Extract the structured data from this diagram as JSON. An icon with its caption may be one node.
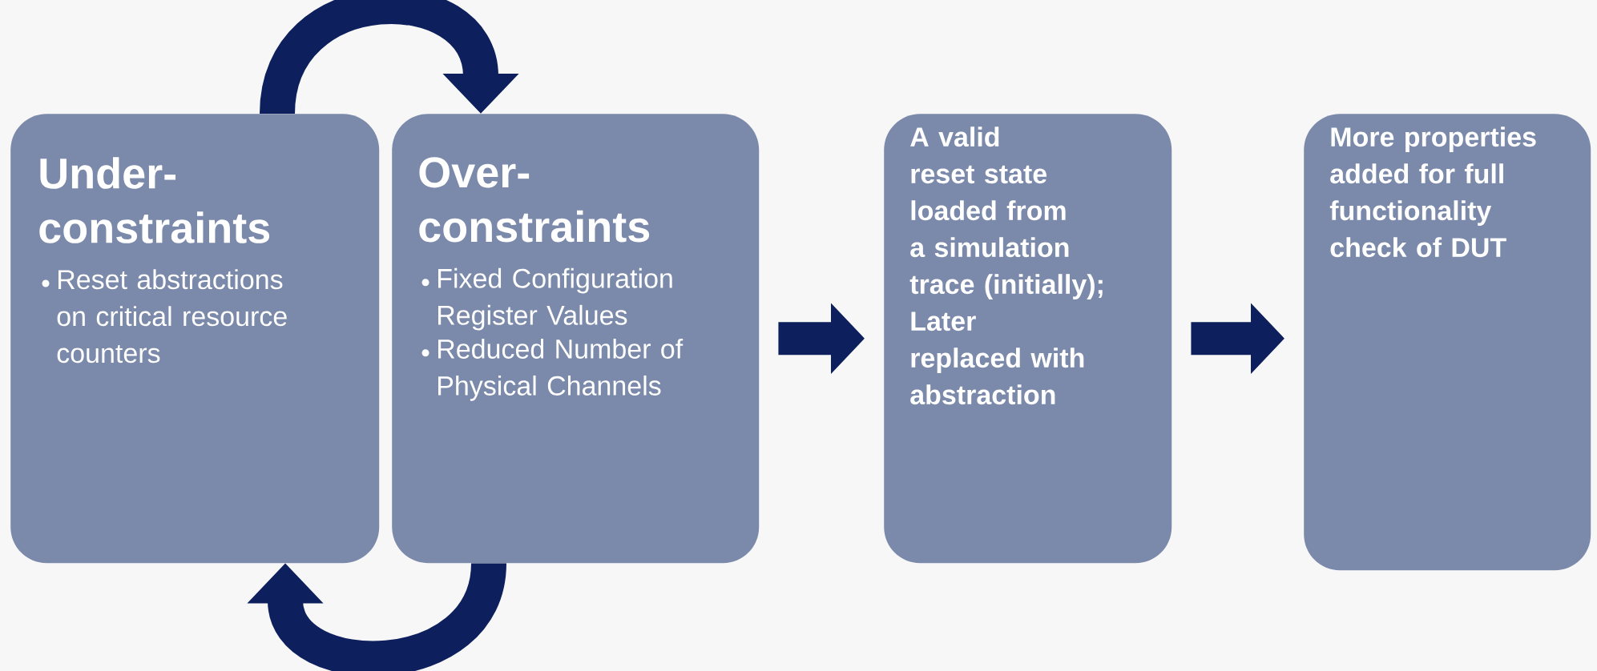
{
  "diagram": {
    "nodes": [
      {
        "text": [
          "Under-constraints",
          "Reset abstractions on critical resource counters"
        ]
      },
      {
        "text": [
          "Over-constraints",
          "Fixed Configuration Register Values",
          "Reduced Number of Physical Channels"
        ]
      },
      {
        "text": [
          "A valid reset state loaded from a simulation trace (initially); Later replaced with abstraction"
        ]
      },
      {
        "text": [
          "More properties added for full functionality check of DUT"
        ]
      }
    ],
    "edges": [
      {
        "from": 0,
        "to": 1,
        "arrow": "to"
      },
      {
        "from": 1,
        "to": 0,
        "arrow": "to"
      },
      {
        "from": 1,
        "to": 2,
        "arrow": "to"
      },
      {
        "from": 2,
        "to": 3,
        "arrow": "to"
      }
    ]
  }
}
